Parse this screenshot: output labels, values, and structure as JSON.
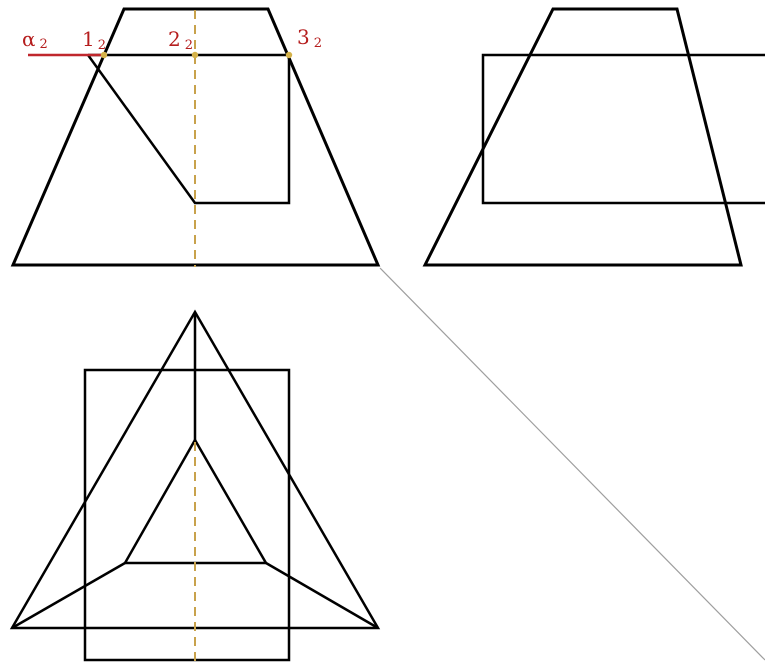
{
  "labels": {
    "alpha": "α",
    "alpha_sub": "2",
    "p1": "1",
    "p1_sub": "2",
    "p2": "2",
    "p2_sub": "2",
    "p3": "3",
    "p3_sub": "2"
  },
  "colors": {
    "line": "#000000",
    "cut_plane": "#c0272d",
    "axis_dash": "#c8a24c",
    "construction": "#9e9e9e",
    "point": "#d4b24a",
    "label": "#b51d1d"
  }
}
